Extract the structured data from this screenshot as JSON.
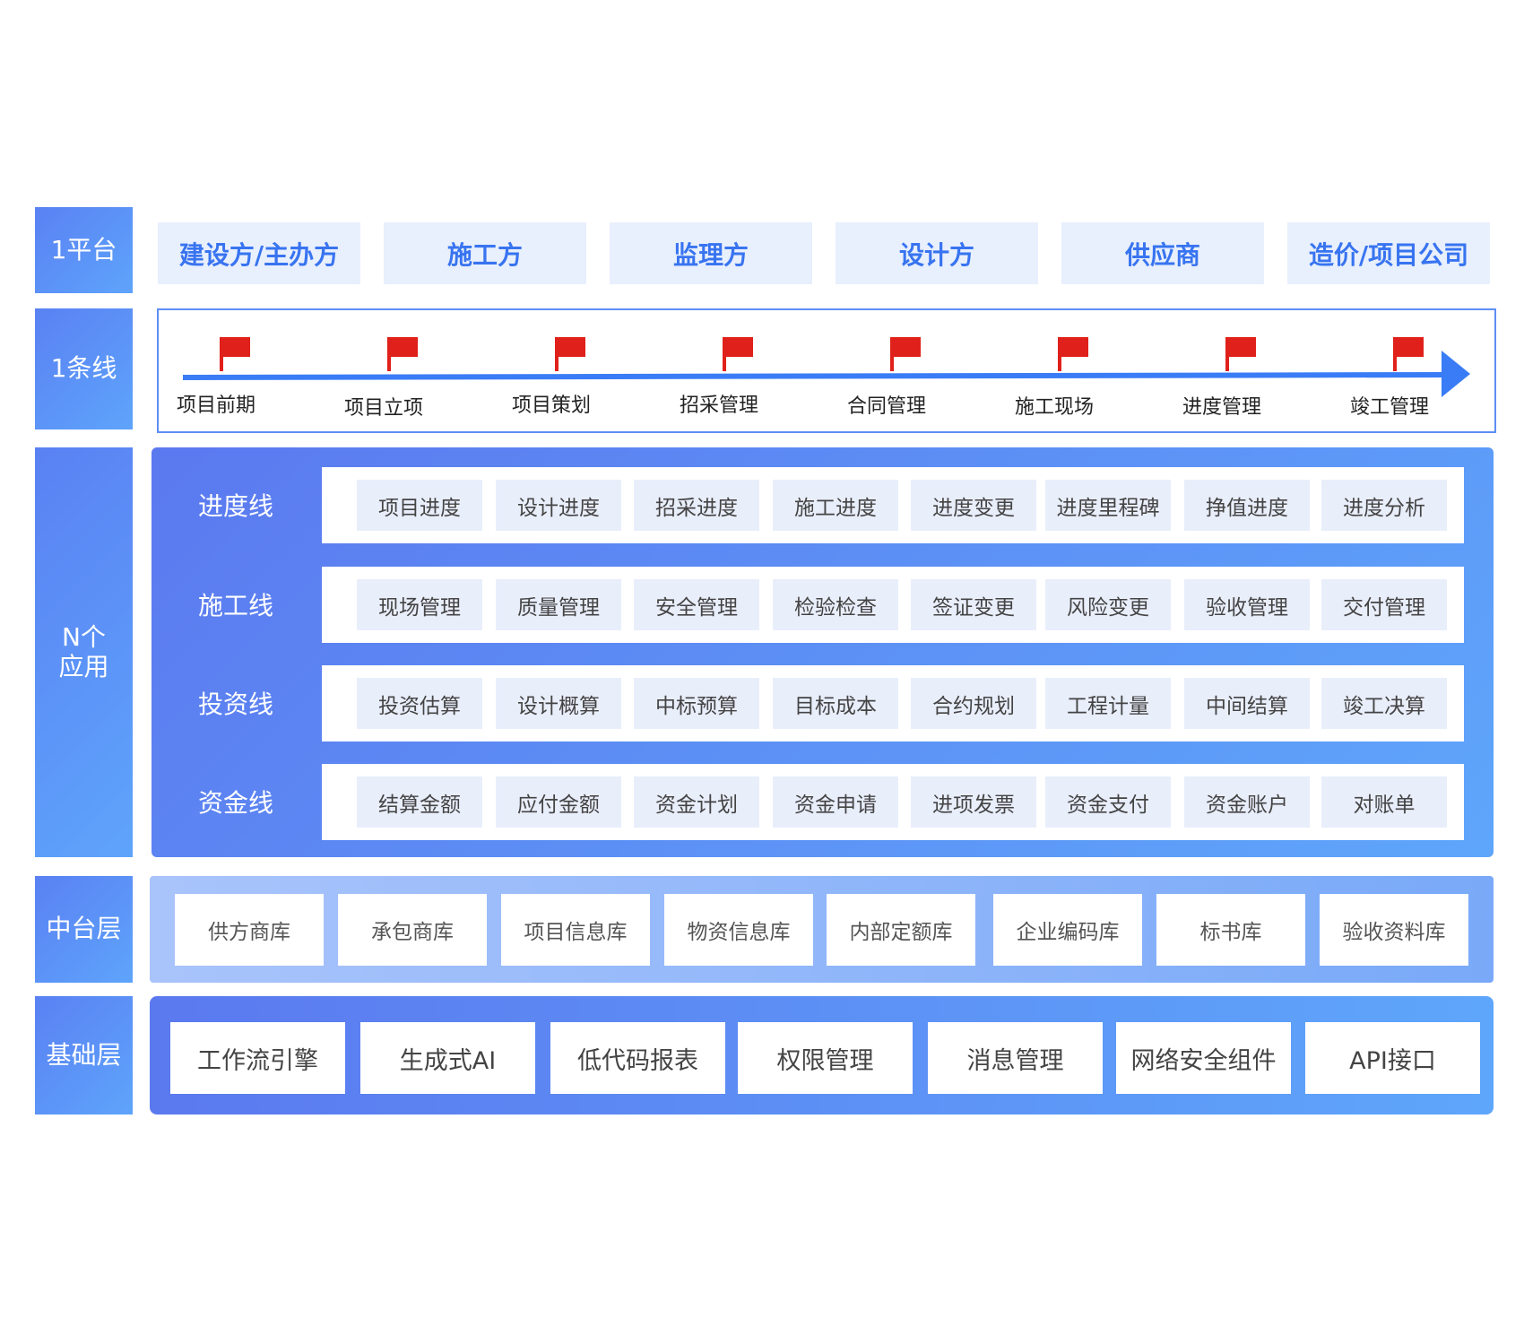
{
  "layers": {
    "platform": "1平台",
    "line": "1条线",
    "apps": "N个\n应用",
    "middle": "中台层",
    "base": "基础层"
  },
  "parties": [
    "建设方/主办方",
    "施工方",
    "监理方",
    "设计方",
    "供应商",
    "造价/项目公司"
  ],
  "stages": [
    "项目前期",
    "项目立项",
    "项目策划",
    "招采管理",
    "合同管理",
    "施工现场",
    "进度管理",
    "竣工管理"
  ],
  "app_lines": [
    {
      "title": "进度线",
      "items": [
        "项目进度",
        "设计进度",
        "招采进度",
        "施工进度",
        "进度变更",
        "进度里程碑",
        "挣值进度",
        "进度分析"
      ]
    },
    {
      "title": "施工线",
      "items": [
        "现场管理",
        "质量管理",
        "安全管理",
        "检验检查",
        "签证变更",
        "风险变更",
        "验收管理",
        "交付管理"
      ]
    },
    {
      "title": "投资线",
      "items": [
        "投资估算",
        "设计概算",
        "中标预算",
        "目标成本",
        "合约规划",
        "工程计量",
        "中间结算",
        "竣工决算"
      ]
    },
    {
      "title": "资金线",
      "items": [
        "结算金额",
        "应付金额",
        "资金计划",
        "资金申请",
        "进项发票",
        "资金支付",
        "资金账户",
        "对账单"
      ]
    }
  ],
  "middle_libraries": [
    "供方商库",
    "承包商库",
    "项目信息库",
    "物资信息库",
    "内部定额库",
    "企业编码库",
    "标书库",
    "验收资料库"
  ],
  "base_components": [
    "工作流引擎",
    "生成式AI",
    "低代码报表",
    "权限管理",
    "消息管理",
    "网络安全组件",
    "API接口"
  ],
  "colors": {
    "accent_blue": "#3874f0",
    "flag_red": "#e0201a",
    "gradient_start": "#5b79ef",
    "gradient_end": "#5ea6fb",
    "chip_bg": "#e9eefb",
    "pill_bg": "#e8effd"
  },
  "icons": {
    "stage_marker": "flag-icon",
    "timeline_end": "arrow-head-icon"
  }
}
